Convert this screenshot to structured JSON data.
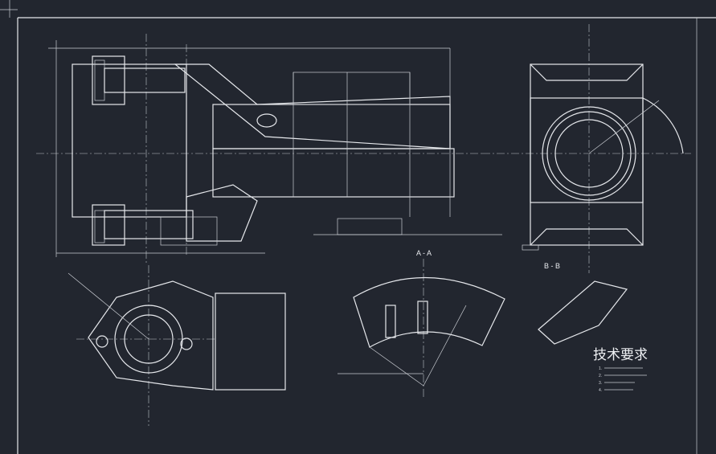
{
  "drawing": {
    "section_a_label": "A - A",
    "section_b_label": "B - B",
    "tech_requirements_title": "技术要求",
    "tech_requirements_items": [
      "1.",
      "2.",
      "3.",
      "4."
    ],
    "colors": {
      "background": "#22262f",
      "lines": "#e6e8ec"
    }
  }
}
